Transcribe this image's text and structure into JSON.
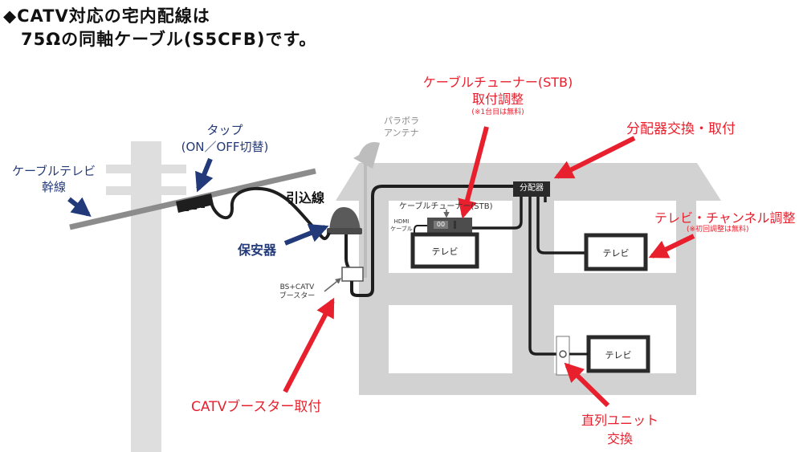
{
  "heading": {
    "line1": "◆CATV対応の宅内配線は",
    "line2": "75Ωの同軸ケーブル(S5CFB)です。"
  },
  "labels": {
    "trunk_line1": "ケーブルテレビ",
    "trunk_line2": "幹線",
    "tap_line1": "タップ",
    "tap_line2": "(ON／OFF切替)",
    "dropwire": "引込線",
    "protector": "保安器",
    "booster_line1": "BS+CATV",
    "booster_line2": "ブースター",
    "parabola_line1": "パラボラ",
    "parabola_line2": "アンテナ",
    "stb_small": "ケーブルチューナー(STB)",
    "hdmi_line1": "HDMI",
    "hdmi_line2": "ケーブル",
    "stb_display": "00",
    "splitter": "分配器",
    "tv": "テレビ"
  },
  "callouts": {
    "stb_title_line1": "ケーブルチューナー(STB)",
    "stb_title_line2": "取付調整",
    "stb_note": "(※1台目は無料)",
    "splitter": "分配器交換・取付",
    "tv_channel": "テレビ・チャンネル調整",
    "tv_channel_note": "(※初回調整は無料)",
    "booster": "CATVブースター取付",
    "outlet_line1": "直列ユニット",
    "outlet_line2": "交換"
  },
  "colors": {
    "accent_red": "#e8202e",
    "label_blue": "#233a7a",
    "house_gray": "#d4d4d4"
  }
}
